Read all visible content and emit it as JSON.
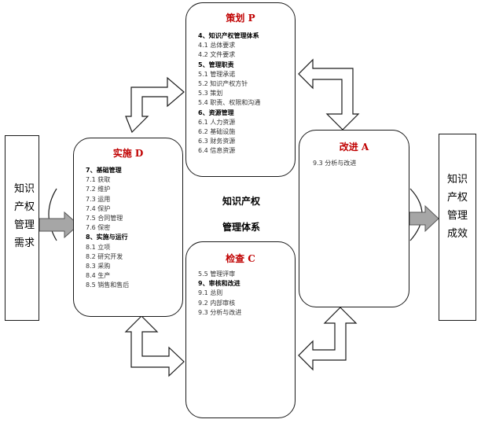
{
  "plan": {
    "title": "策划 P",
    "items": [
      {
        "text": "4、知识产权管理体系",
        "style": "h"
      },
      {
        "text": "4.1 总体要求",
        "style": "n"
      },
      {
        "text": "4.2 文件要求",
        "style": "n"
      },
      {
        "text": "5、管理职责",
        "style": "h"
      },
      {
        "text": "5.1 管理承诺",
        "style": "n"
      },
      {
        "text": "5.2 知识产权方针",
        "style": "n"
      },
      {
        "text": "5.3 策划",
        "style": "n"
      },
      {
        "text": "5.4 职责、权限和沟通",
        "style": "n"
      },
      {
        "text": "6、资源管理",
        "style": "h"
      },
      {
        "text": "6.1 人力资源",
        "style": "n"
      },
      {
        "text": "6.2 基础设施",
        "style": "n"
      },
      {
        "text": "6.3 财务资源",
        "style": "n"
      },
      {
        "text": "6.4 信息资源",
        "style": "n"
      }
    ]
  },
  "do": {
    "title": "实施 D",
    "items": [
      {
        "text": "7、基础管理",
        "style": "h"
      },
      {
        "text": "7.1 获取",
        "style": "n"
      },
      {
        "text": "7.2 维护",
        "style": "n"
      },
      {
        "text": "7.3 运用",
        "style": "n"
      },
      {
        "text": "7.4 保护",
        "style": "n"
      },
      {
        "text": "7.5 合同管理",
        "style": "n"
      },
      {
        "text": "7.6 保密",
        "style": "n"
      },
      {
        "text": "8、实施与运行",
        "style": "h"
      },
      {
        "text": "8.1 立项",
        "style": "n"
      },
      {
        "text": "8.2 研究开发",
        "style": "n"
      },
      {
        "text": "8.3 采购",
        "style": "n"
      },
      {
        "text": "8.4 生产",
        "style": "n"
      },
      {
        "text": "8.5 销售和售后",
        "style": "n"
      }
    ]
  },
  "act": {
    "title": "改进 A",
    "items": [
      {
        "text": "9.3 分析与改进",
        "style": "n"
      }
    ]
  },
  "check": {
    "title": "检查 C",
    "items": [
      {
        "text": "5.5 管理评审",
        "style": "n"
      },
      {
        "text": "9、审核和改进",
        "style": "h"
      },
      {
        "text": "9.1 总则",
        "style": "n"
      },
      {
        "text": "9.2 内部审核",
        "style": "n"
      },
      {
        "text": "9.3 分析与改进",
        "style": "n"
      }
    ]
  },
  "center": {
    "line1": "知识产权",
    "line2": "管理体系"
  },
  "left_box": {
    "lines": [
      "知识",
      "产权",
      "管理",
      "需求"
    ]
  },
  "right_box": {
    "lines": [
      "知识",
      "产权",
      "管理",
      "成效"
    ]
  },
  "colors": {
    "title": "#c00000",
    "border": "#1a1a1a",
    "arrow_fill": "#a6a6a6"
  }
}
